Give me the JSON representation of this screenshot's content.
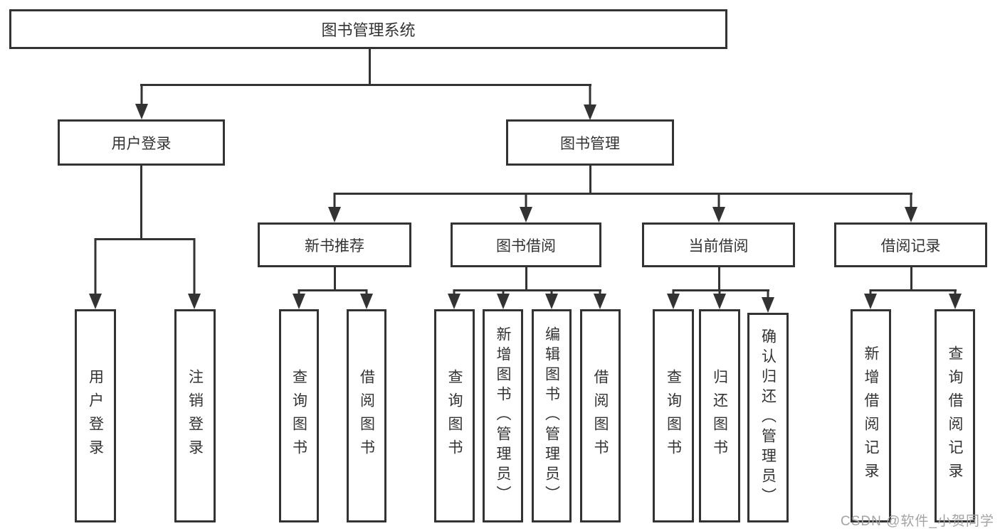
{
  "diagram": {
    "title_node": "图书管理系统",
    "level2": {
      "user_login": "用户登录",
      "book_mgmt": "图书管理"
    },
    "level3": {
      "new_books": "新书推荐",
      "book_borrow": "图书借阅",
      "current_borrow": "当前借阅",
      "borrow_records": "借阅记录"
    },
    "leaves": {
      "user_login": "用户登录",
      "logout": "注销登录",
      "nb_query": "查询图书",
      "nb_borrow": "借阅图书",
      "bb_query": "查询图书",
      "bb_add": "新增图书（管理员）",
      "bb_edit": "编辑图书（管理员）",
      "bb_borrow": "借阅图书",
      "cb_query": "查询图书",
      "cb_return": "归还图书",
      "cb_confirm": "确认归还（管理员）",
      "br_add": "新增借阅记录",
      "br_query": "查询借阅记录"
    }
  },
  "watermark": "CSDN @软件_小贺同学"
}
